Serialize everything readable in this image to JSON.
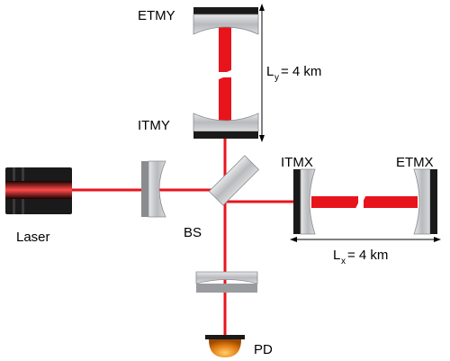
{
  "labels": {
    "etmy": "ETMY",
    "itmy": "ITMY",
    "itmx": "ITMX",
    "etmx": "ETMX",
    "bs": "BS",
    "laser": "Laser",
    "pd": "PD",
    "ly_main": "L",
    "ly_sub": "y",
    "ly_value": "= 4 km",
    "lx_main": "L",
    "lx_sub": "x",
    "lx_value": "= 4 km"
  },
  "colors": {
    "beam": "#e8141c",
    "mirror_coating": "#1a1a1a",
    "mirror_glass": "#c8cacc",
    "laser_body": "#1a1a1a",
    "photodiode": "#e07a10"
  }
}
